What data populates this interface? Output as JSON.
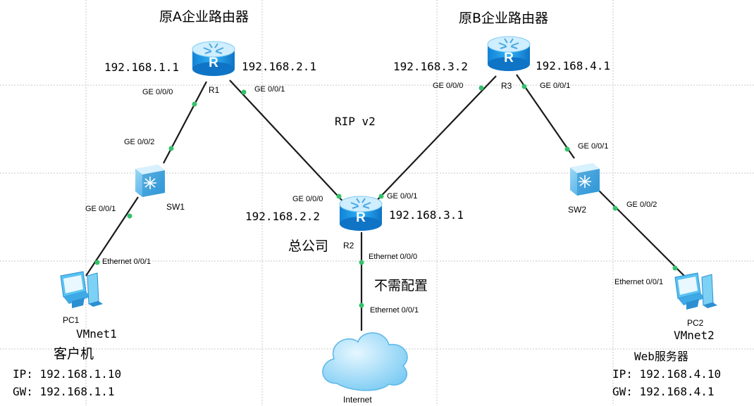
{
  "title_a": "原A企业路由器",
  "title_b": "原B企业路由器",
  "protocol": "RIP v2",
  "hq_label": "总公司",
  "no_config": "不需配置",
  "colors": {
    "router_top": "#cfeeff",
    "router_body": "#1e9de8",
    "switch_body": "#5bb8ea",
    "pc_blue": "#59c3f2",
    "cloud": "#9fdcf9",
    "link": "#1a1a1a",
    "port_dot": "#33c26a",
    "grid": "#c8c8c8"
  },
  "devices": {
    "r1": {
      "name": "R1",
      "ip_left": "192.168.1.1",
      "ip_right": "192.168.2.1"
    },
    "r2": {
      "name": "R2",
      "ip_left": "192.168.2.2",
      "ip_right": "192.168.3.1"
    },
    "r3": {
      "name": "R3",
      "ip_left": "192.168.3.2",
      "ip_right": "192.168.4.1"
    },
    "sw1": {
      "name": "SW1"
    },
    "sw2": {
      "name": "SW2"
    },
    "pc1": {
      "name": "PC1",
      "vmnet": "VMnet1",
      "role": "客户机",
      "ip": "IP: 192.168.1.10",
      "gw": "GW: 192.168.1.1"
    },
    "pc2": {
      "name": "PC2",
      "vmnet": "VMnet2",
      "role": "Web服务器",
      "ip": "IP: 192.168.4.10",
      "gw": "GW: 192.168.4.1"
    },
    "internet": {
      "name": "Internet"
    }
  },
  "ports": {
    "r1_g000": "GE 0/0/0",
    "r1_g001": "GE 0/0/1",
    "sw1_g002": "GE 0/0/2",
    "sw1_g001": "GE 0/0/1",
    "pc1_eth": "Ethernet 0/0/1",
    "r2_g000": "GE 0/0/0",
    "r2_g001": "GE 0/0/1",
    "r2_eth": "Ethernet 0/0/0",
    "inet_eth": "Ethernet 0/0/1",
    "r3_g000": "GE 0/0/0",
    "r3_g001": "GE 0/0/1",
    "sw2_g001": "GE 0/0/1",
    "sw2_g002": "GE 0/0/2",
    "pc2_eth": "Ethernet 0/0/1"
  }
}
